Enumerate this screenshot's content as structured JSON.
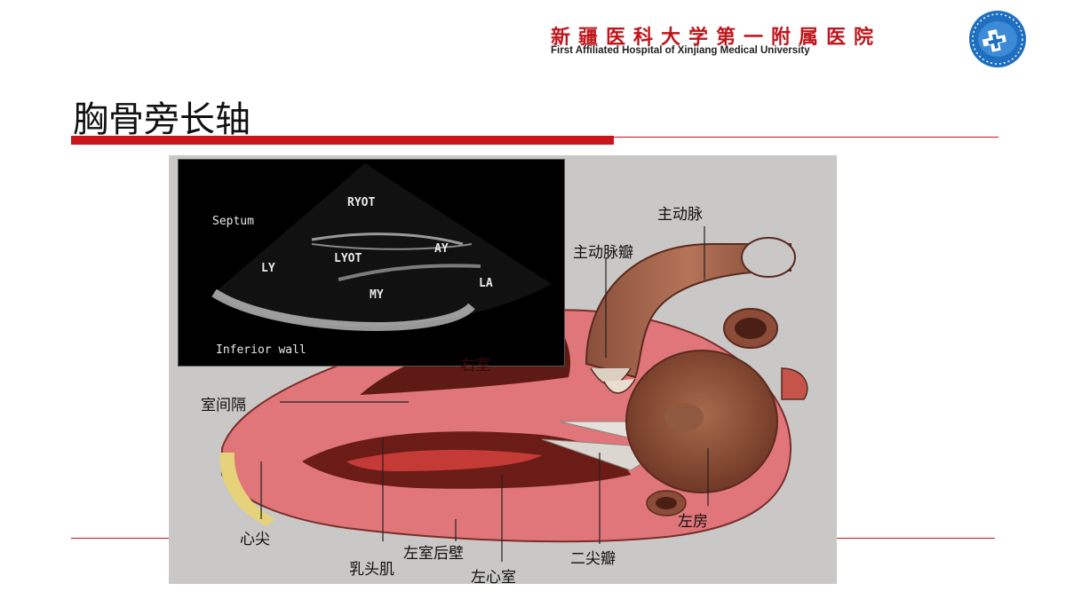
{
  "header": {
    "hospital_cn": "新疆医科大学第一附属医院",
    "hospital_en": "First Affiliated Hospital of Xinjiang Medical University",
    "logo_icon": "hospital-cross-logo-icon",
    "brand_color": "#c8141a"
  },
  "page": {
    "title": "胸骨旁长轴"
  },
  "echo_image": {
    "labels": {
      "ryot": "RYOT",
      "septum": "Septum",
      "lv": "LY",
      "lvot": "LYOT",
      "av": "AY",
      "la": "LA",
      "mv": "MY",
      "inferior_wall": "Inferior wall"
    }
  },
  "anatomy_diagram": {
    "labels": {
      "aorta": "主动脉",
      "aortic_valve": "主动脉瓣",
      "right_ventricle": "右室",
      "septum": "室间隔",
      "apex": "心尖",
      "papillary_muscle": "乳头肌",
      "lv_posterior_wall": "左室后壁",
      "left_ventricle": "左心室",
      "mitral_valve": "二尖瓣",
      "left_atrium": "左房"
    }
  }
}
